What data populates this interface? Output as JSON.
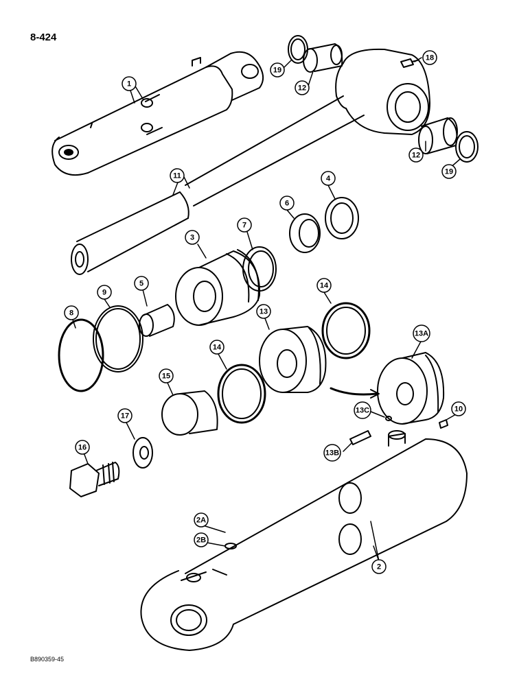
{
  "page_number": "8-424",
  "figure_code": "B890359-45",
  "callouts": [
    {
      "id": "1",
      "label": "1"
    },
    {
      "id": "2",
      "label": "2"
    },
    {
      "id": "2a",
      "label": "2A"
    },
    {
      "id": "2b",
      "label": "2B"
    },
    {
      "id": "3",
      "label": "3"
    },
    {
      "id": "4",
      "label": "4"
    },
    {
      "id": "5",
      "label": "5"
    },
    {
      "id": "6",
      "label": "6"
    },
    {
      "id": "7",
      "label": "7"
    },
    {
      "id": "8",
      "label": "8"
    },
    {
      "id": "9",
      "label": "9"
    },
    {
      "id": "10",
      "label": "10"
    },
    {
      "id": "11",
      "label": "11"
    },
    {
      "id": "12a",
      "label": "12"
    },
    {
      "id": "12b",
      "label": "12"
    },
    {
      "id": "13",
      "label": "13"
    },
    {
      "id": "13a",
      "label": "13A"
    },
    {
      "id": "13b",
      "label": "13B"
    },
    {
      "id": "13c",
      "label": "13C"
    },
    {
      "id": "14a",
      "label": "14"
    },
    {
      "id": "14b",
      "label": "14"
    },
    {
      "id": "15",
      "label": "15"
    },
    {
      "id": "16",
      "label": "16"
    },
    {
      "id": "17",
      "label": "17"
    },
    {
      "id": "18",
      "label": "18"
    },
    {
      "id": "19a",
      "label": "19"
    },
    {
      "id": "19b",
      "label": "19"
    }
  ]
}
